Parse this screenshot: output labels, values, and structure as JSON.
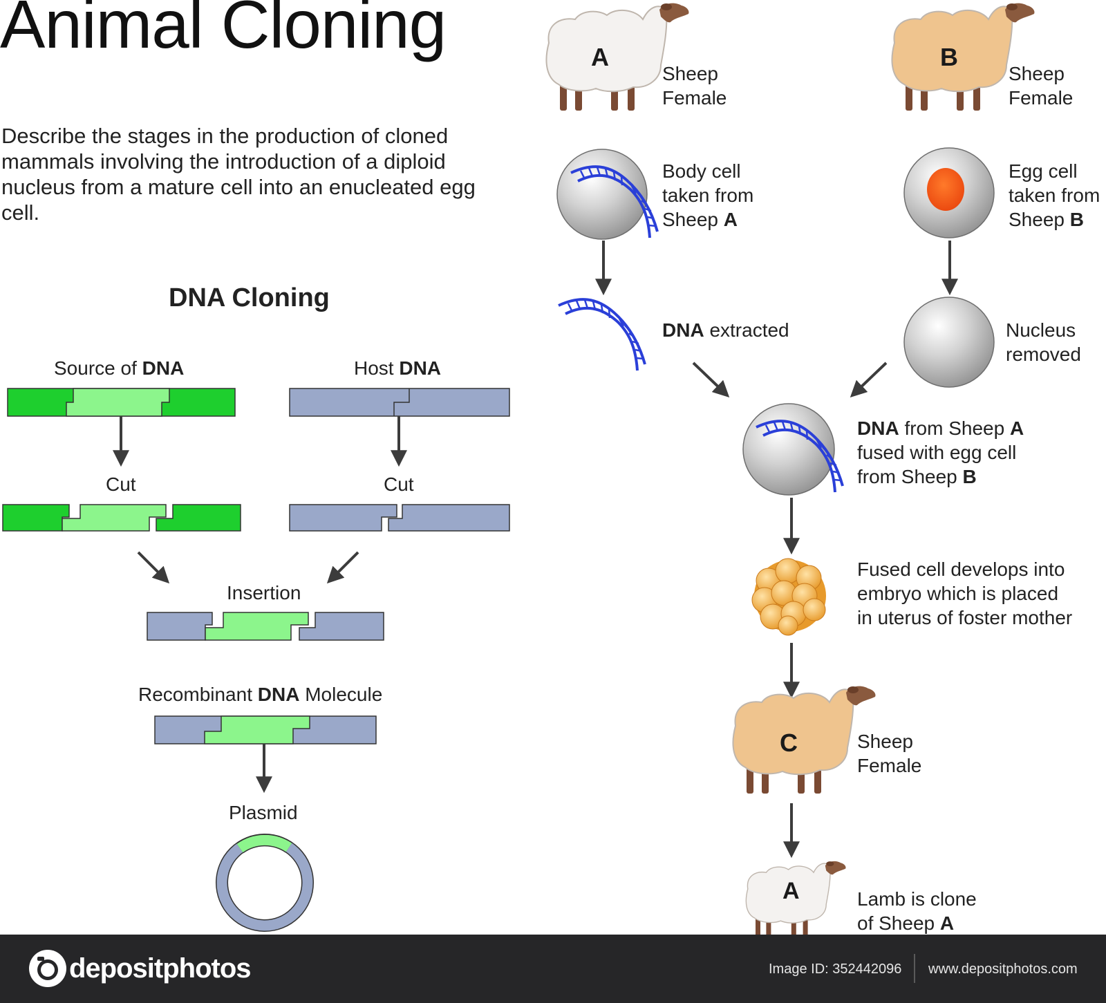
{
  "title": "Animal Cloning",
  "intro": "Describe the stages in the production of cloned mammals involving the introduction of a diploid nucleus from a mature cell into an enucleated egg cell.",
  "dna_cloning": {
    "title": "DNA Cloning",
    "source_prefix": "Source of ",
    "source_bold": "DNA",
    "host_prefix": "Host ",
    "host_bold": "DNA",
    "cut_left": "Cut",
    "cut_right": "Cut",
    "insertion": "Insertion",
    "recombinant_prefix": "Recombinant ",
    "recombinant_bold": "DNA",
    "recombinant_suffix": " Molecule",
    "plasmid": "Plasmid",
    "colors": {
      "source_dark": "#1ecf2e",
      "source_light": "#8cf58c",
      "host": "#9aa8c9"
    }
  },
  "animal_cloning": {
    "sheep_a_letter": "A",
    "sheep_a_line1": "Sheep",
    "sheep_a_line2": "Female",
    "sheep_b_letter": "B",
    "sheep_b_line1": "Sheep",
    "sheep_b_line2": "Female",
    "body_cell_line1": "Body cell",
    "body_cell_line2": "taken from",
    "body_cell_line3_prefix": "Sheep ",
    "body_cell_line3_bold": "A",
    "egg_cell_line1": "Egg cell",
    "egg_cell_line2": "taken from",
    "egg_cell_line3_prefix": "Sheep ",
    "egg_cell_line3_bold": "B",
    "dna_extracted_bold": "DNA",
    "dna_extracted_suffix": " extracted",
    "nucleus_line1": "Nucleus",
    "nucleus_line2": "removed",
    "fused_line1_bold": "DNA",
    "fused_line1_suffix": " from Sheep ",
    "fused_line1_bold2": "A",
    "fused_line2": "fused with egg cell",
    "fused_line3_prefix": "from Sheep ",
    "fused_line3_bold": "B",
    "embryo_line1": "Fused cell develops into",
    "embryo_line2": "embryo which is placed",
    "embryo_line3": "in uterus of foster mother",
    "sheep_c_letter": "C",
    "sheep_c_line1": "Sheep",
    "sheep_c_line2": "Female",
    "lamb_letter": "A",
    "lamb_line1": "Lamb is clone",
    "lamb_line2_prefix": "of Sheep ",
    "lamb_line2_bold": "A",
    "colors": {
      "white_wool": "#f4f2f0",
      "tan_wool": "#efc48e",
      "dna_blue": "#2a3fd8",
      "nucleus": "#f25a17",
      "embryo": "#f0a93a"
    }
  },
  "footer": {
    "brand": "depositphotos",
    "image_id": "Image ID: 352442096",
    "url": "www.depositphotos.com"
  }
}
